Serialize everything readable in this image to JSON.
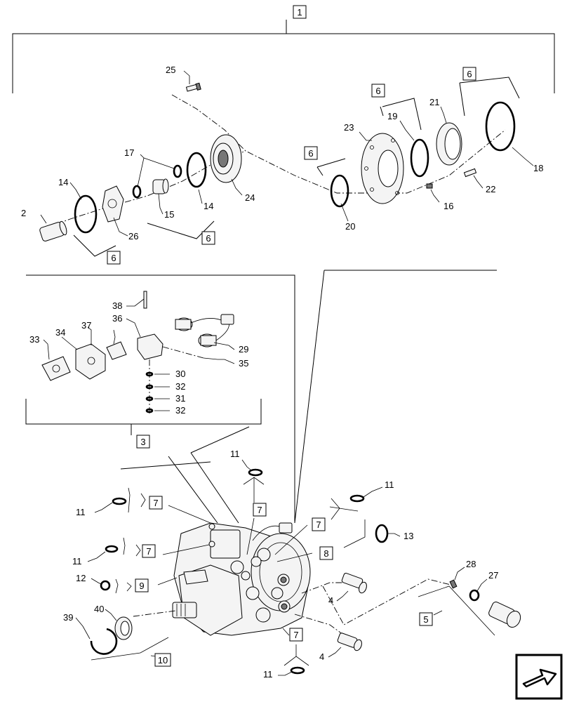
{
  "diagram": {
    "callouts": {
      "c1": "1",
      "c2": "2",
      "c3": "3",
      "c4a": "4",
      "c4b": "4",
      "c5": "5",
      "c6a": "6",
      "c6b": "6",
      "c6c": "6",
      "c6d": "6",
      "c6e": "6",
      "c7a": "7",
      "c7b": "7",
      "c7c": "7",
      "c7d": "7",
      "c7e": "7",
      "c8": "8",
      "c9": "9",
      "c10": "10",
      "c11a": "11",
      "c11b": "11",
      "c11c": "11",
      "c11d": "11",
      "c11e": "11",
      "c12": "12",
      "c13": "13",
      "c14a": "14",
      "c14b": "14",
      "c15": "15",
      "c16": "16",
      "c17": "17",
      "c18": "18",
      "c19": "19",
      "c20": "20",
      "c21": "21",
      "c22": "22",
      "c23": "23",
      "c24": "24",
      "c25": "25",
      "c26": "26",
      "c27": "27",
      "c28": "28",
      "c29": "29",
      "c30": "30",
      "c31": "31",
      "c32a": "32",
      "c32b": "32",
      "c33": "33",
      "c34": "34",
      "c35": "35",
      "c36": "36",
      "c37": "37",
      "c38": "38",
      "c39": "39",
      "c40": "40"
    },
    "nav_icon": "arrow-back-icon"
  }
}
